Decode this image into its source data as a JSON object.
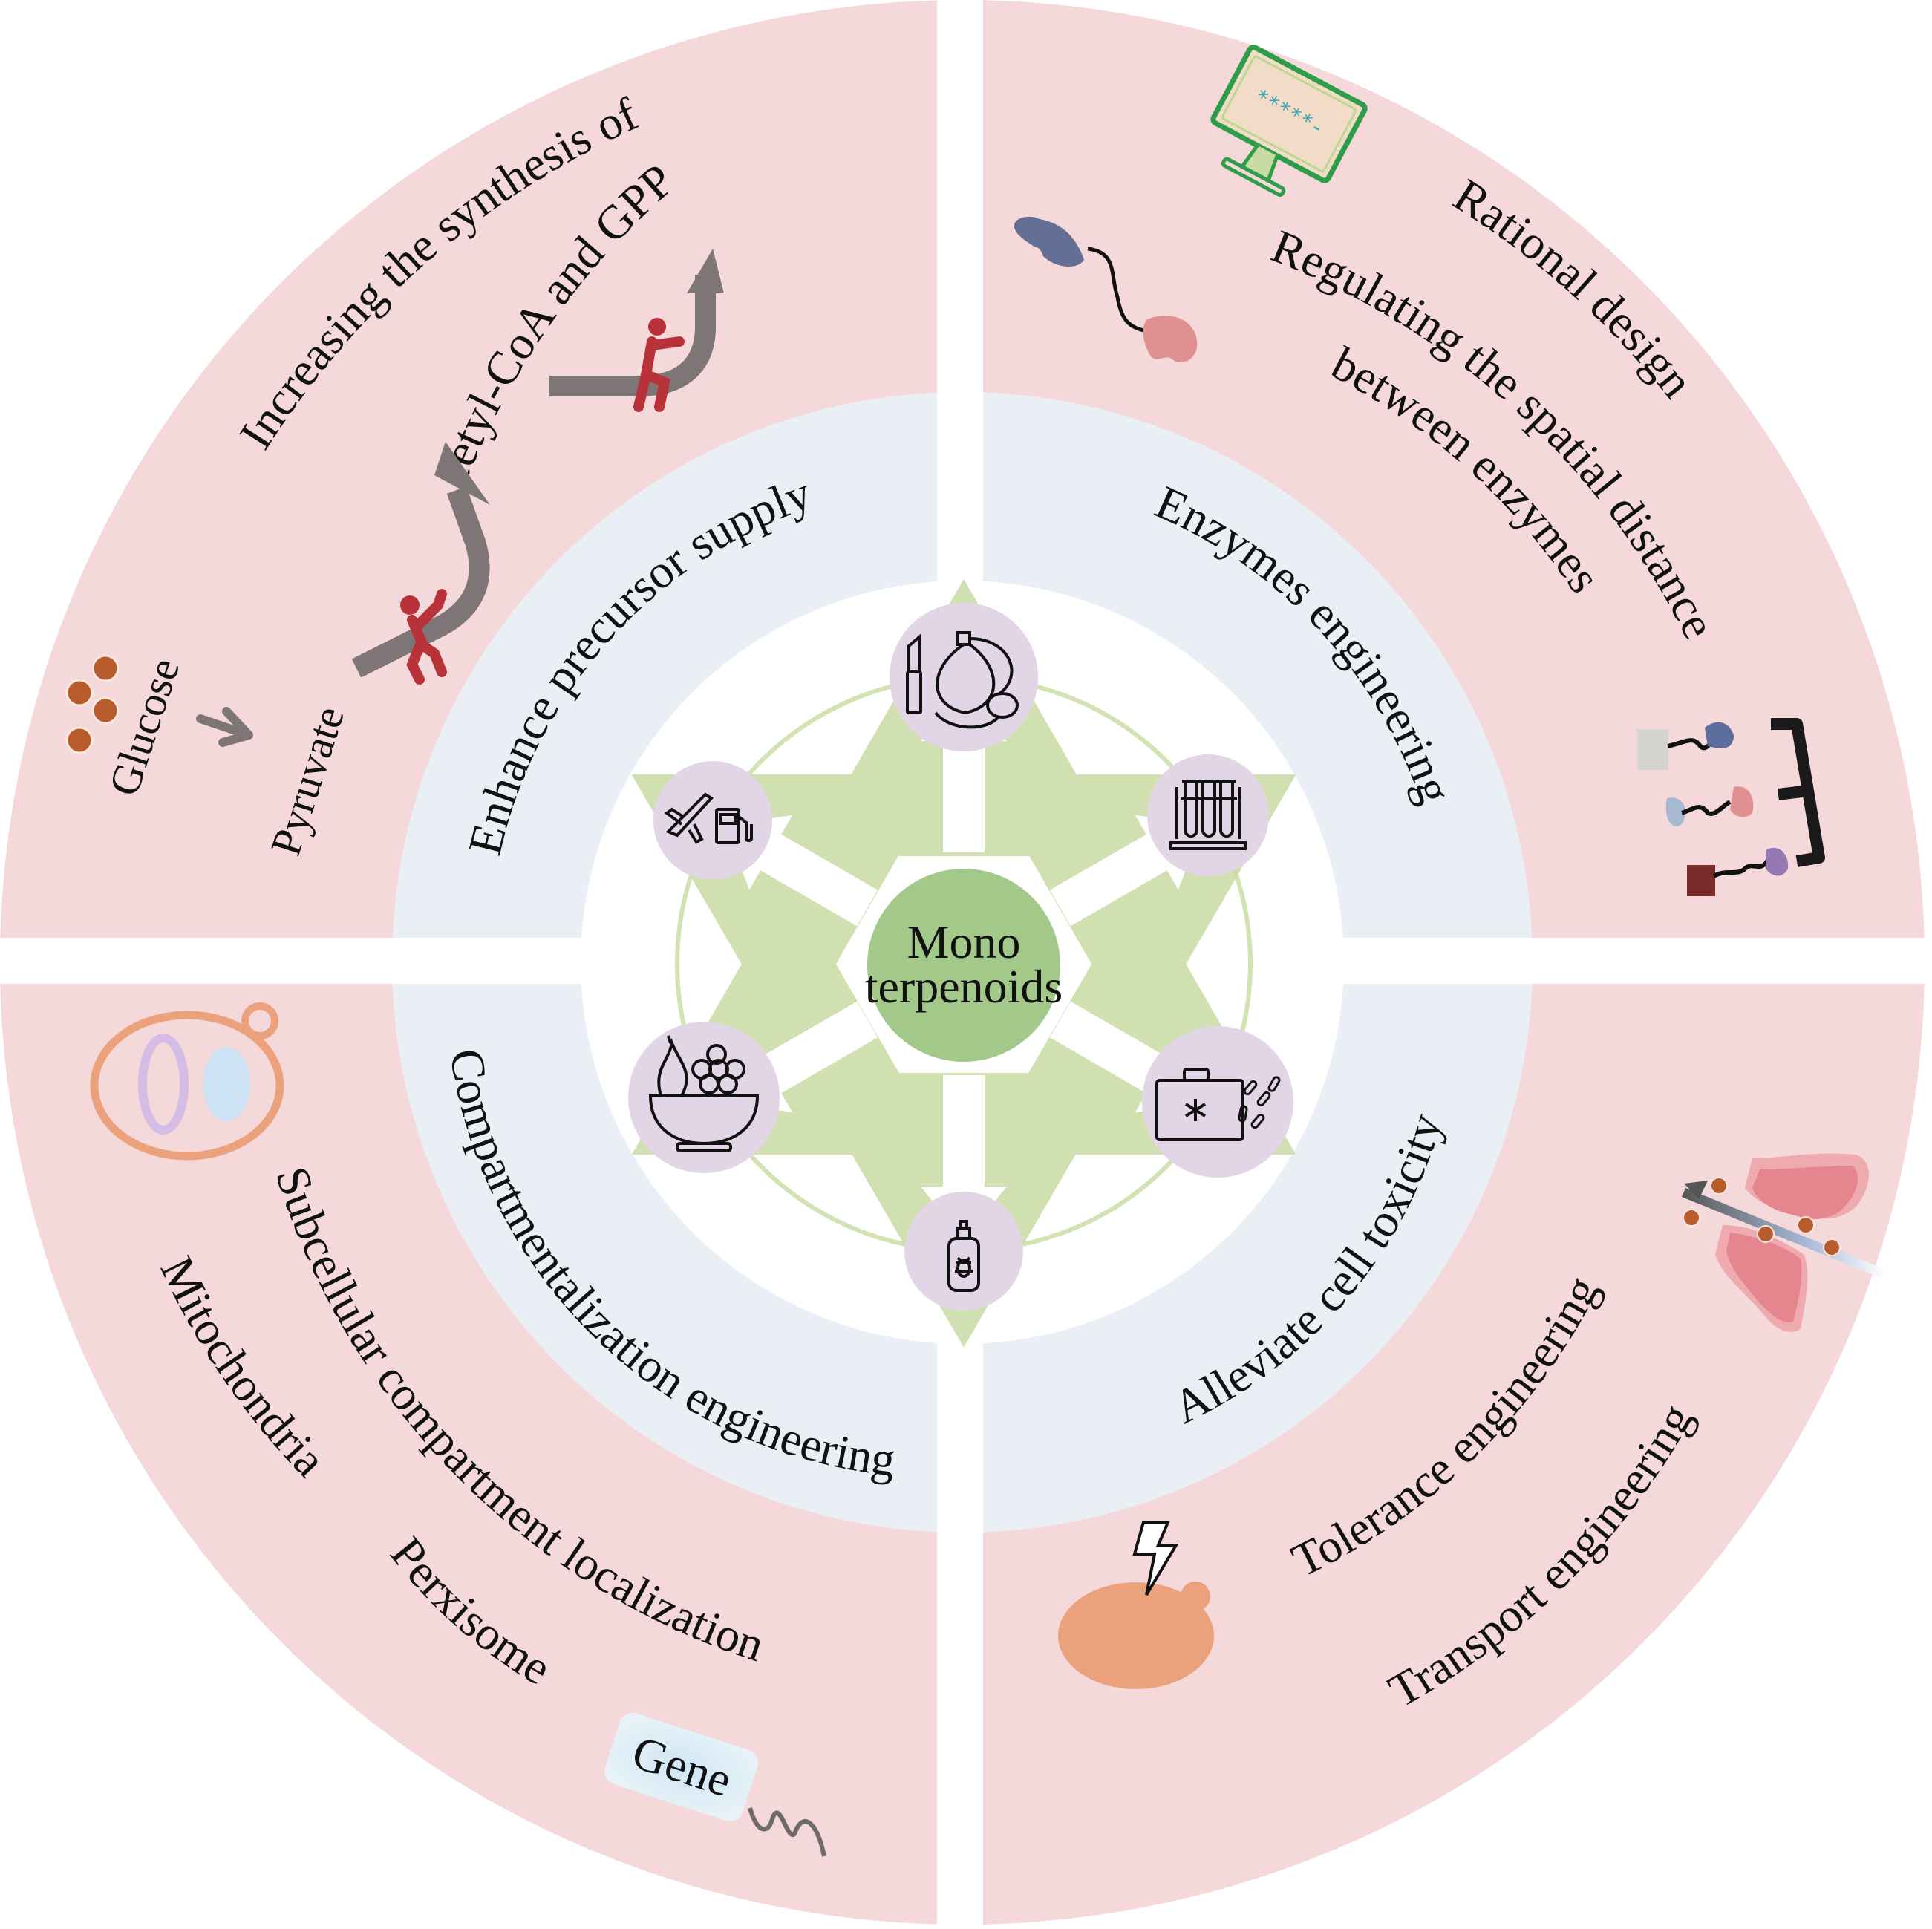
{
  "center": {
    "line1": "Mono",
    "line2": "terpenoids"
  },
  "colors": {
    "outer_ring": "#f5d8da",
    "inner_ring": "#e9eff4",
    "center_circle": "#a3c98a",
    "star": "#c9dba4",
    "orbit": "#d3e2b2",
    "icon_bg": "#e2d5e6",
    "arrow_gray": "#7e7676",
    "figure_red": "#b8323a",
    "glucose_dot": "#b85c2e",
    "yeast_orange": "#eba27c",
    "monitor_green": "#2e9d4a"
  },
  "quadrants": {
    "top_left": {
      "category": "Enhance precursor supply",
      "title_line1": "Increasing the synthesis of",
      "title_line2": "acetyl-CoA and GPP",
      "glucose": "Glucose",
      "pyruvate": "Pyruvate"
    },
    "top_right": {
      "category": "Enzymes engineering",
      "rational": "Rational design",
      "spatial_line1": "Regulating the spatial distance",
      "spatial_line2": "between enzymes"
    },
    "bottom_left": {
      "category": "Compartmentalization engineering",
      "subcellular": "Subcellular compartment localization",
      "mitochondria": "Mitochondria",
      "perxisome": "Perxisome",
      "gene": "Gene"
    },
    "bottom_right": {
      "category": "Alleviate cell toxicity",
      "tolerance": "Tolerance engineering",
      "transport": "Transport engineering"
    }
  },
  "applications": [
    {
      "name": "cosmetics",
      "icons": [
        "lipstick-icon",
        "perfume-icon"
      ]
    },
    {
      "name": "pharmaceutical-chemistry",
      "icons": [
        "test-tubes-icon"
      ]
    },
    {
      "name": "medicine",
      "icons": [
        "medical-kit-icon",
        "pills-icon"
      ]
    },
    {
      "name": "pesticide",
      "icons": [
        "insecticide-spray-icon"
      ]
    },
    {
      "name": "food",
      "icons": [
        "fruit-bowl-icon"
      ]
    },
    {
      "name": "fuel",
      "icons": [
        "airplane-icon",
        "fuel-pump-icon"
      ]
    }
  ]
}
